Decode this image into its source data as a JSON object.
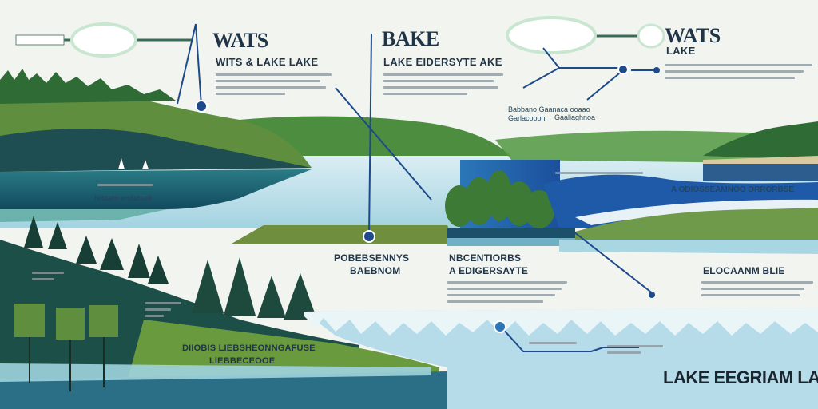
{
  "titles": {
    "left_title": "WATS",
    "left_subtitle": "WITS & LAKE LAKE",
    "center_title": "BAKE",
    "center_subtitle": "LAKE EIDERSYTE AKE",
    "right_title": "WATS",
    "right_subtitle": "LAKE"
  },
  "labels": {
    "mid_left": "Niblatir enilataail",
    "mid_center_a": "POBEBSENNYS",
    "mid_center_b": "BAEBNOM",
    "mid_center_c": "NBCENTIORBS",
    "mid_center_d": "A EDIGERSAYTE",
    "right_a": "Babbano Gaanaca ooaao Garlacooon",
    "right_b": "Gaaliaghnoa",
    "right_c": "A ODIOSSEAMNOO ORRORBSE",
    "right_d": "ELOCAANM BLIE",
    "bottom_left_a": "DIIOBIS LIEBSHEONNGAFUSE",
    "bottom_left_b": "LIEBBECEOOE",
    "footer": "LAKE EEGRIAM LABE"
  },
  "colors": {
    "sky": "#f2f4f0",
    "water": "#aad8e6",
    "deep_water": "#1c5e7a",
    "forest": "#3e7a3a",
    "dark_green": "#1e5142",
    "hill": "#6f9a4a",
    "blue_panel": "#1e5aa8",
    "line": "#1d4a8a"
  }
}
